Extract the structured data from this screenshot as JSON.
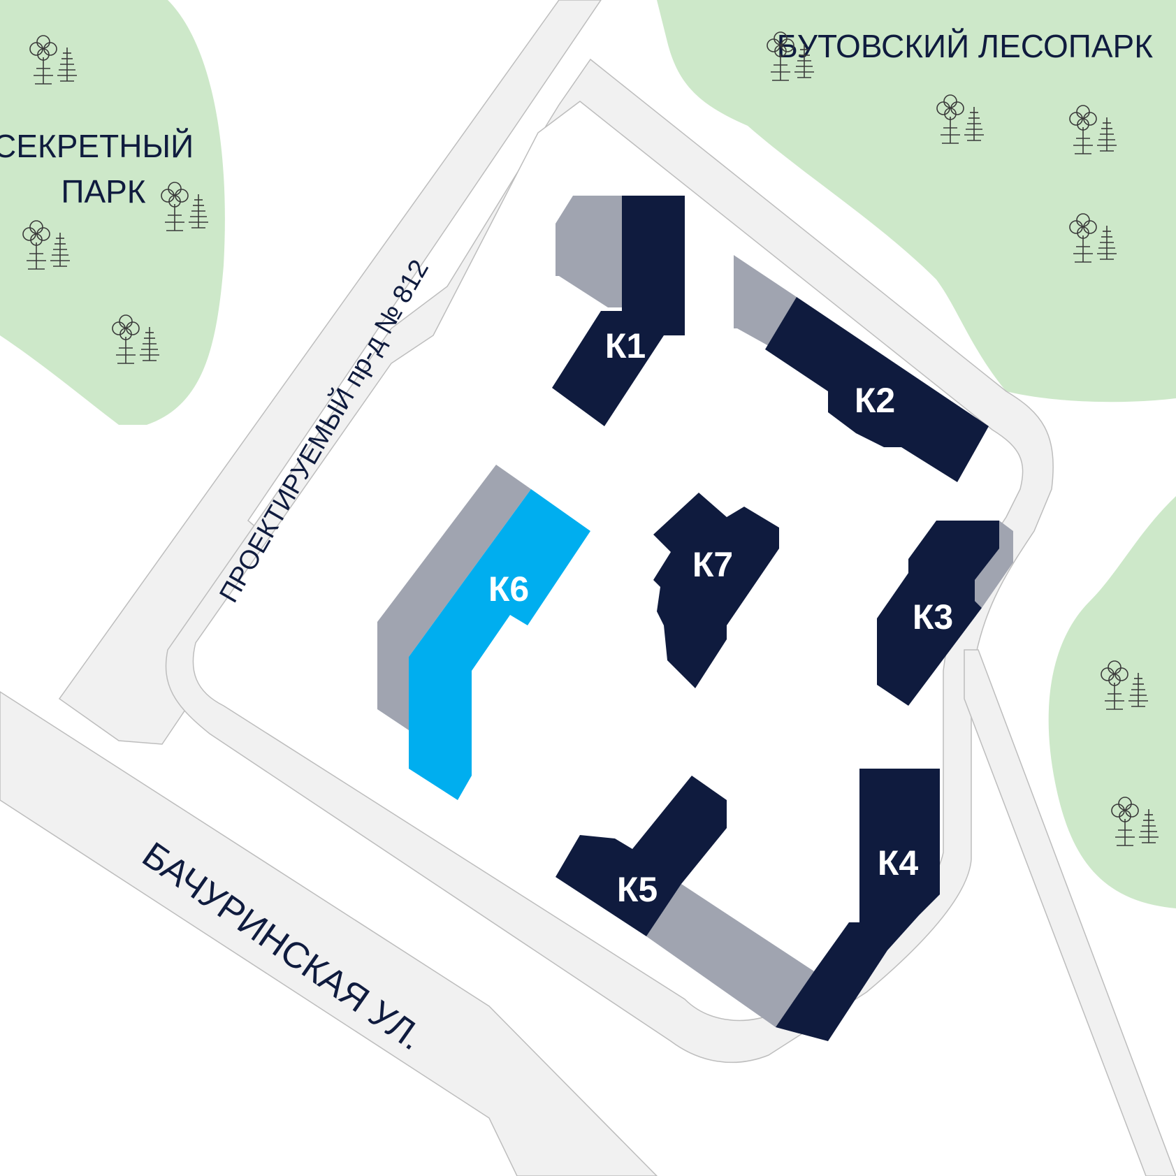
{
  "parks": [
    {
      "id": "secret",
      "lines": [
        "СЕКРЕТНЫЙ",
        "ПАРК"
      ]
    },
    {
      "id": "butovo",
      "lines": [
        "БУТОВСКИЙ ЛЕСОПАРК"
      ]
    }
  ],
  "streets": {
    "proezd": "ПРОЕКТИРУЕМЫЙ пр-д № 812",
    "bachurinskaya": "БАЧУРИНСКАЯ УЛ."
  },
  "buildings": [
    {
      "id": "k1",
      "label": "К1"
    },
    {
      "id": "k2",
      "label": "К2"
    },
    {
      "id": "k3",
      "label": "К3"
    },
    {
      "id": "k4",
      "label": "К4"
    },
    {
      "id": "k5",
      "label": "К5"
    },
    {
      "id": "k6",
      "label": "К6",
      "selected": true
    },
    {
      "id": "k7",
      "label": "К7"
    }
  ],
  "colors": {
    "park": "#cde8c9",
    "road": "#f1f1f1",
    "building": "#0f1b3e",
    "terrace": "#a0a4b0",
    "selected_building": "#00aeef"
  },
  "icons": [
    "tree-icon"
  ]
}
